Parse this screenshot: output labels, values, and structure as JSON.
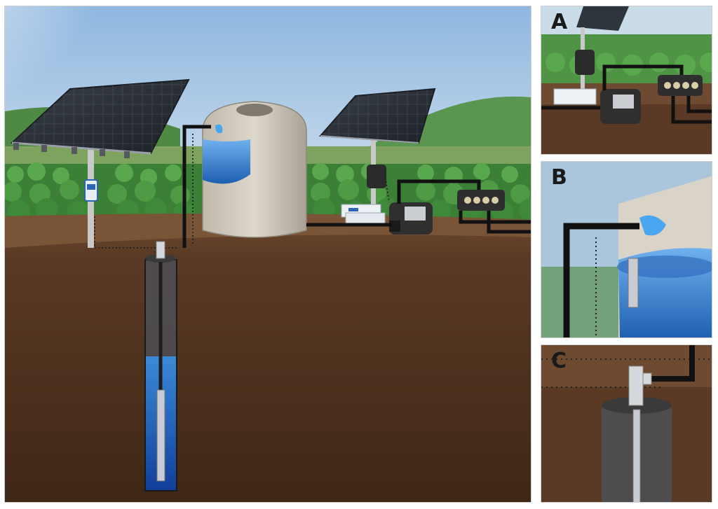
{
  "insets": {
    "a": {
      "letter": "A"
    },
    "b": {
      "letter": "B"
    },
    "c": {
      "letter": "C"
    }
  },
  "colors": {
    "sky_top": "#8fb7e0",
    "sky_bottom": "#d9e7f1",
    "soil_dark": "#4f301c",
    "soil_light": "#6e4a30",
    "crop_green": "#3f8f3a",
    "tank_beige": "#cfc8bc",
    "water_blue": "#2d7fd0",
    "solar_panel": "#2a2f36",
    "cable_black": "#111111"
  },
  "components": {
    "solar_array_left": "solar-panel-icon",
    "solar_array_right": "solar-panel-icon",
    "storage_tank": "water-tank-icon",
    "submersible_pump": "pump-icon",
    "controller": "controller-icon",
    "junction_box": "junction-box-icon",
    "batteries": "battery-icon",
    "float_switch": "float-switch-icon"
  }
}
